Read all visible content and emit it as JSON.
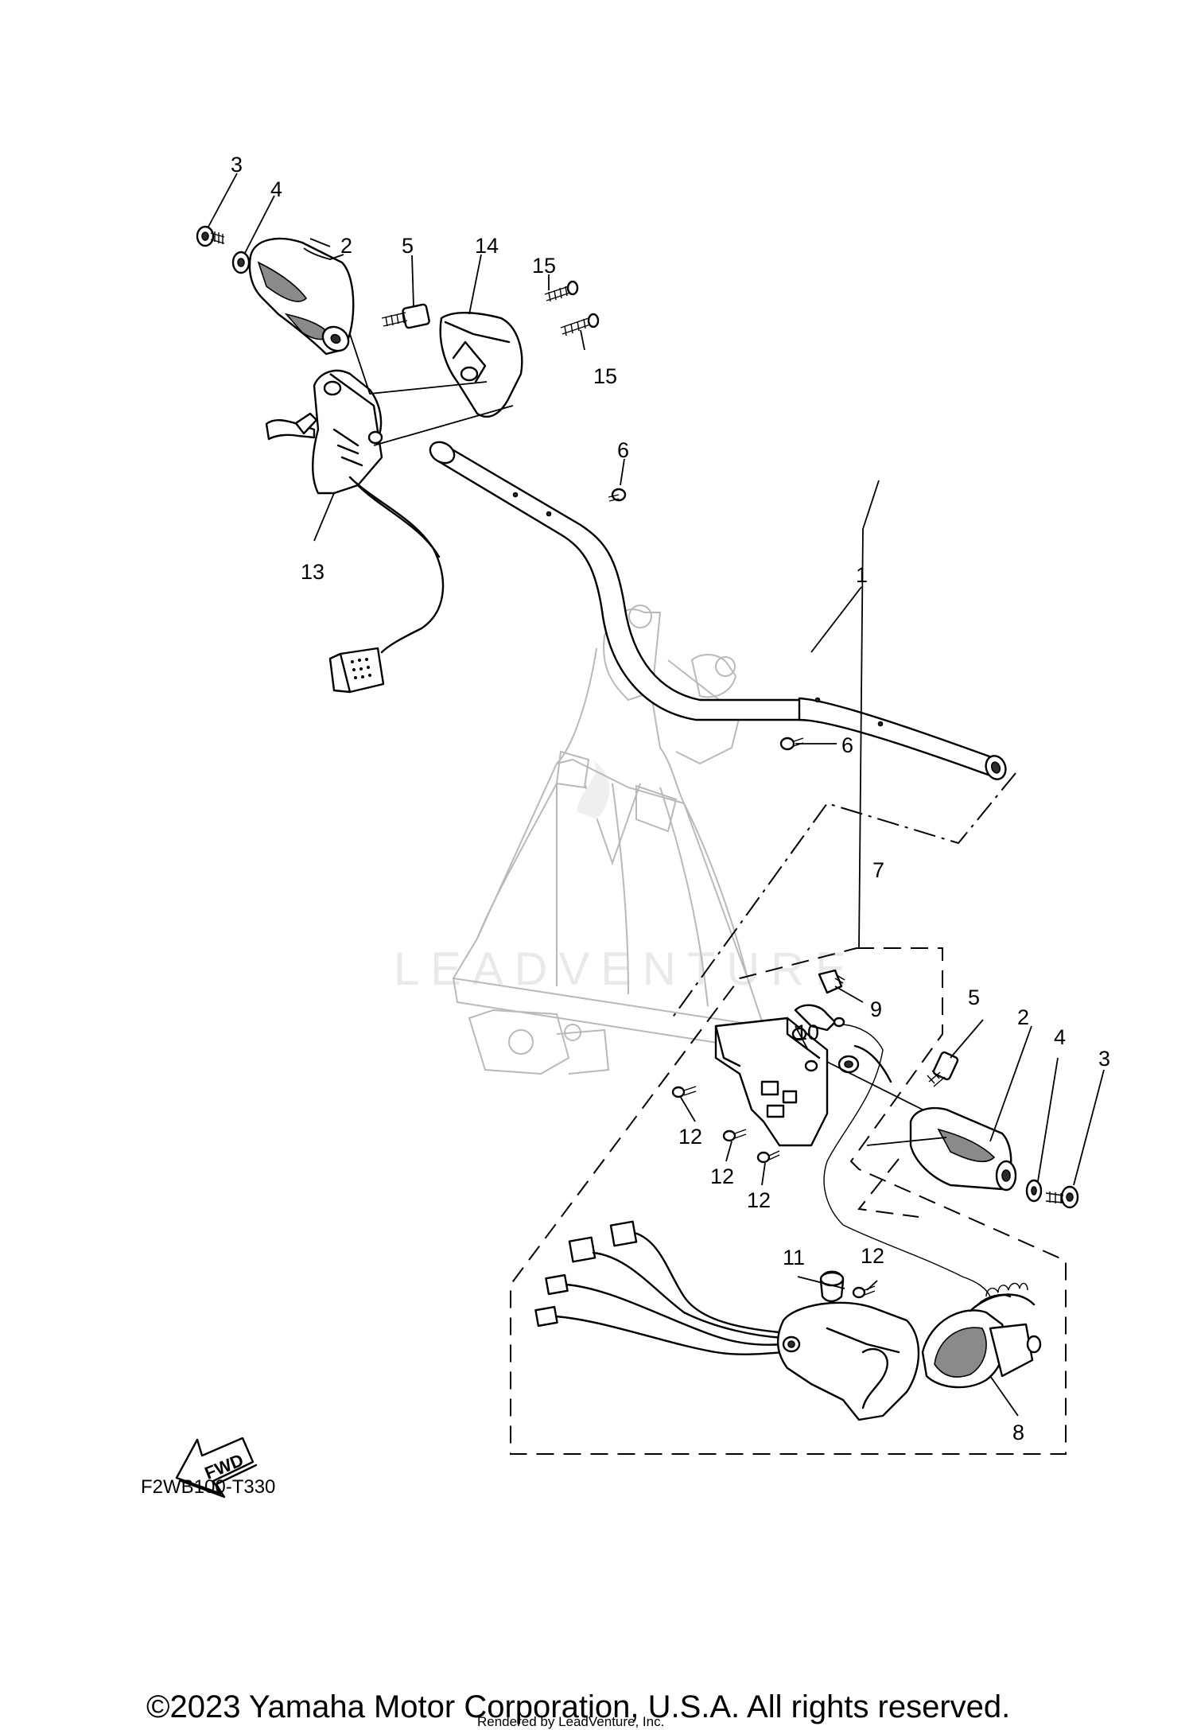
{
  "diagram": {
    "code": "F2WB100-T330",
    "fwd_badge": "FWD",
    "watermark": "LEADVENTURE",
    "callouts": [
      {
        "id": "c3a",
        "text": "3"
      },
      {
        "id": "c4a",
        "text": "4"
      },
      {
        "id": "c2a",
        "text": "2"
      },
      {
        "id": "c5a",
        "text": "5"
      },
      {
        "id": "c14",
        "text": "14"
      },
      {
        "id": "c15a",
        "text": "15"
      },
      {
        "id": "c15b",
        "text": "15"
      },
      {
        "id": "c6a",
        "text": "6"
      },
      {
        "id": "c13",
        "text": "13"
      },
      {
        "id": "c1",
        "text": "1"
      },
      {
        "id": "c6b",
        "text": "6"
      },
      {
        "id": "c7",
        "text": "7"
      },
      {
        "id": "c9",
        "text": "9"
      },
      {
        "id": "c10",
        "text": "10"
      },
      {
        "id": "c5b",
        "text": "5"
      },
      {
        "id": "c2b",
        "text": "2"
      },
      {
        "id": "c4b",
        "text": "4"
      },
      {
        "id": "c3b",
        "text": "3"
      },
      {
        "id": "c12a",
        "text": "12"
      },
      {
        "id": "c12b",
        "text": "12"
      },
      {
        "id": "c12c",
        "text": "12"
      },
      {
        "id": "c11",
        "text": "11"
      },
      {
        "id": "c12d",
        "text": "12"
      },
      {
        "id": "c8",
        "text": "8"
      }
    ]
  },
  "footer": {
    "copyright": "©2023 Yamaha Motor Corporation, U.S.A. All rights reserved.",
    "rendered_by": "Rendered by LeadVenture, Inc."
  }
}
